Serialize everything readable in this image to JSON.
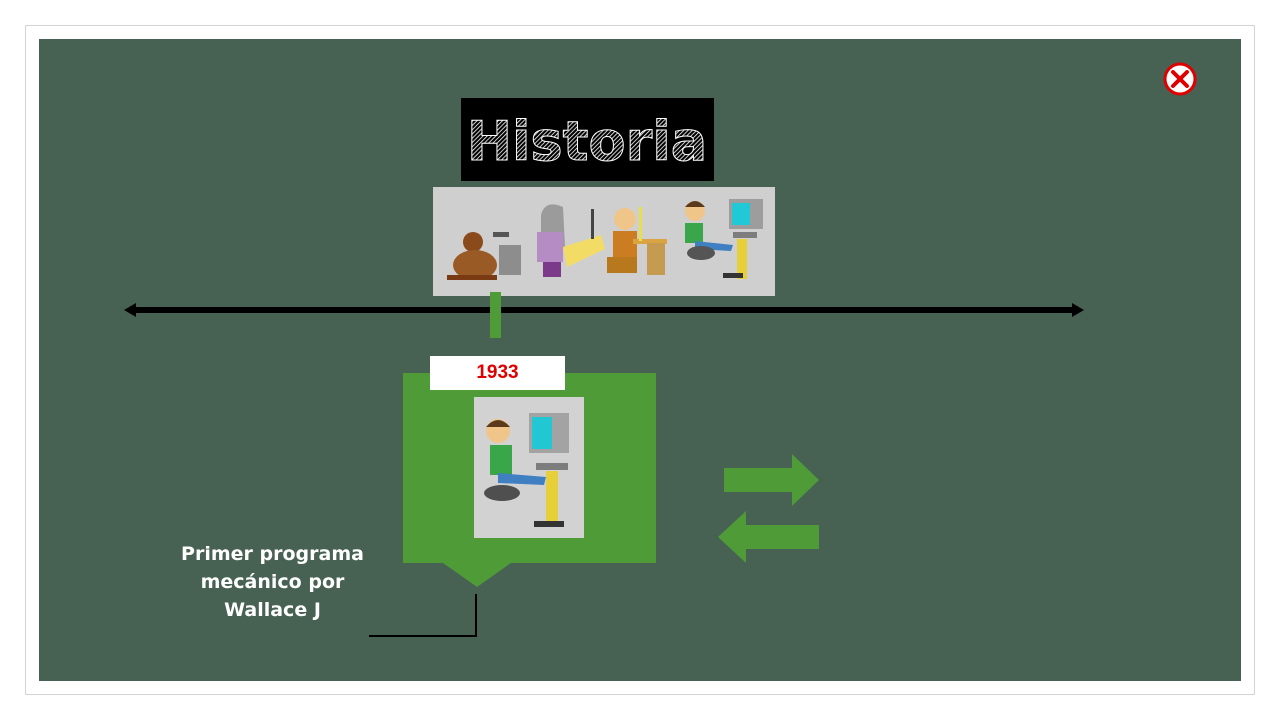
{
  "slide": {
    "title": "Historia",
    "year": "1933",
    "event_text": "Primer programa mecánico por Wallace J"
  },
  "icons": {
    "close": "close-circle-icon",
    "next": "arrow-right-icon",
    "previous": "arrow-left-icon"
  },
  "colors": {
    "board": "#476152",
    "accent_green": "#4e9b38",
    "year_red": "#e00000",
    "close_red": "#e00000"
  }
}
